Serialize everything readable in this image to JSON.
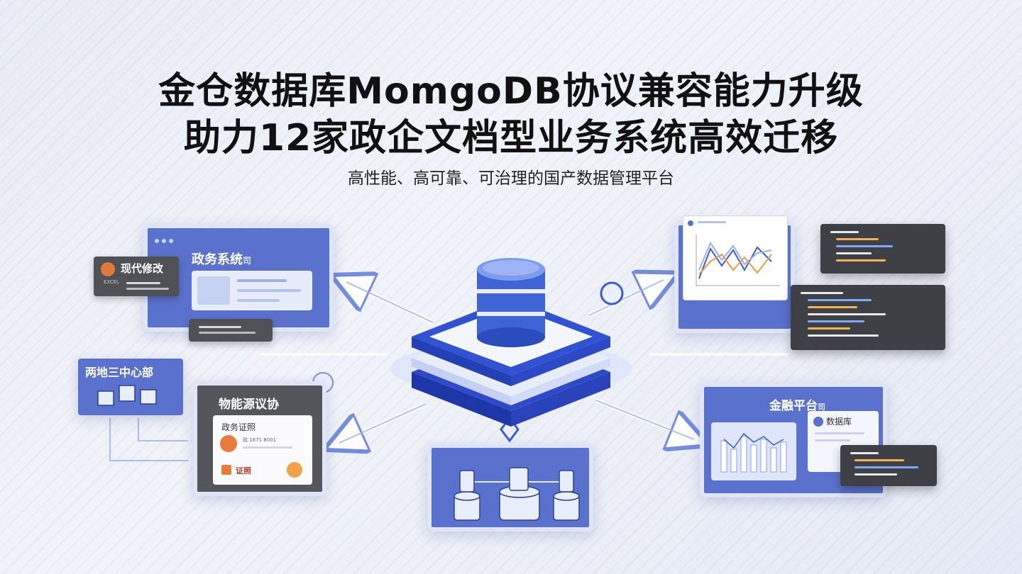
{
  "headline": {
    "line1": "金仓数据库MomgoDB协议兼容能力升级",
    "line2": "助力12家政企文档型业务系统高效迁移"
  },
  "subtitle": "高性能、高可靠、可治理的国产数据管理平台",
  "cards": {
    "gov_system": {
      "label": "政务系统",
      "tag": "司"
    },
    "gen_modify": {
      "label": "现代修改",
      "sublabel": "EXCEL"
    },
    "two_site": {
      "label": "两地三中心部"
    },
    "gov_license_system": {
      "label": "物能源议协"
    },
    "gov_license": {
      "title": "政务证照",
      "meta": "政 1871 8001",
      "footer": "证照"
    },
    "finance_platform": {
      "label": "金融平台",
      "tag": "司"
    },
    "data_lib": {
      "label": "数据库"
    }
  },
  "colors": {
    "accent": "#3b5bd9",
    "card_blue": "#5b73cf",
    "code_bg": "#3e4046"
  }
}
